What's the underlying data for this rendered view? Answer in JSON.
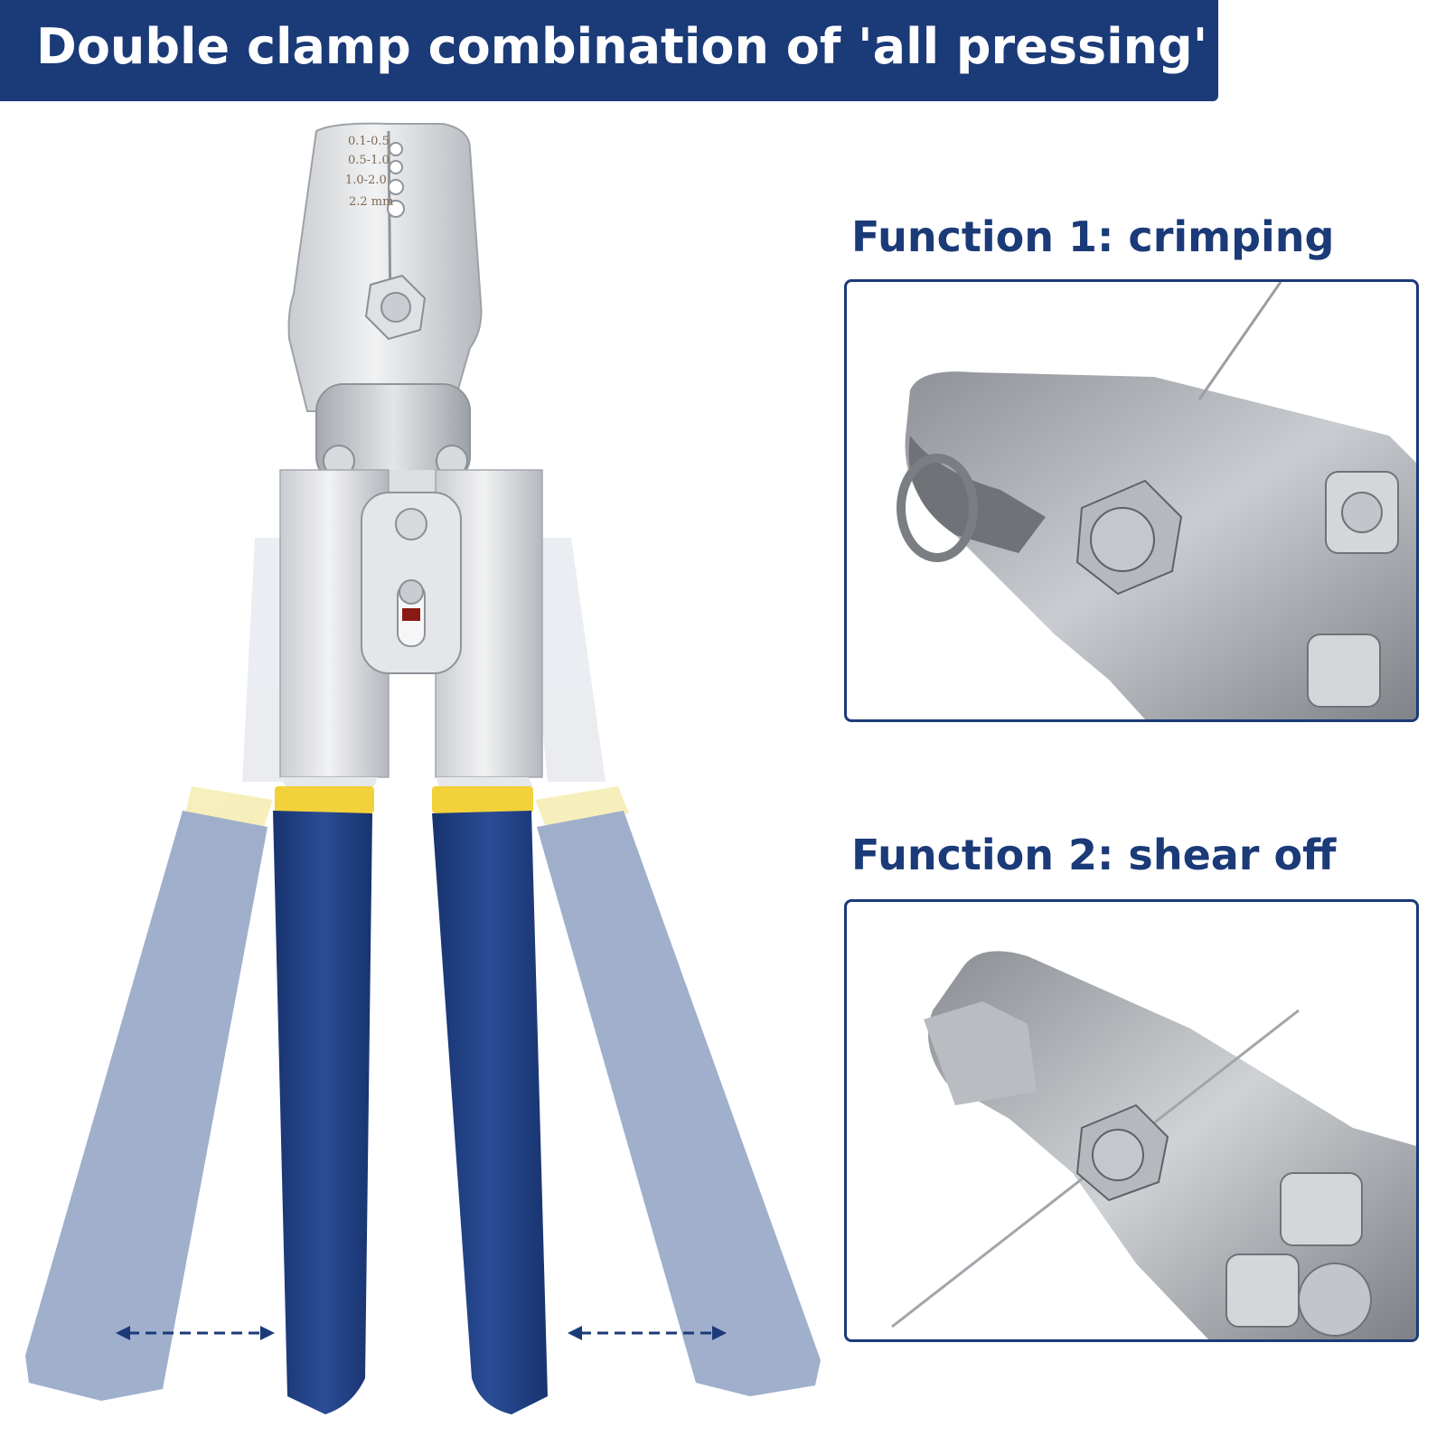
{
  "banner": {
    "title": "Double clamp combination of 'all pressing'",
    "background": "#1b3a78"
  },
  "function_1": {
    "heading": "Function 1: crimping"
  },
  "function_2": {
    "heading": "Function 2: shear off"
  },
  "tool": {
    "jaw_markings": [
      "0.1-0.5",
      "0.5-1.0",
      "1.0-2.0",
      "2.2 mm"
    ],
    "handle_color": "#1f3f86",
    "ghost_handle_color": "#9aabc9",
    "collar_color": "#f2d13a"
  },
  "icons": [
    "left-right-arrow-icon",
    "left-right-arrow-icon"
  ]
}
